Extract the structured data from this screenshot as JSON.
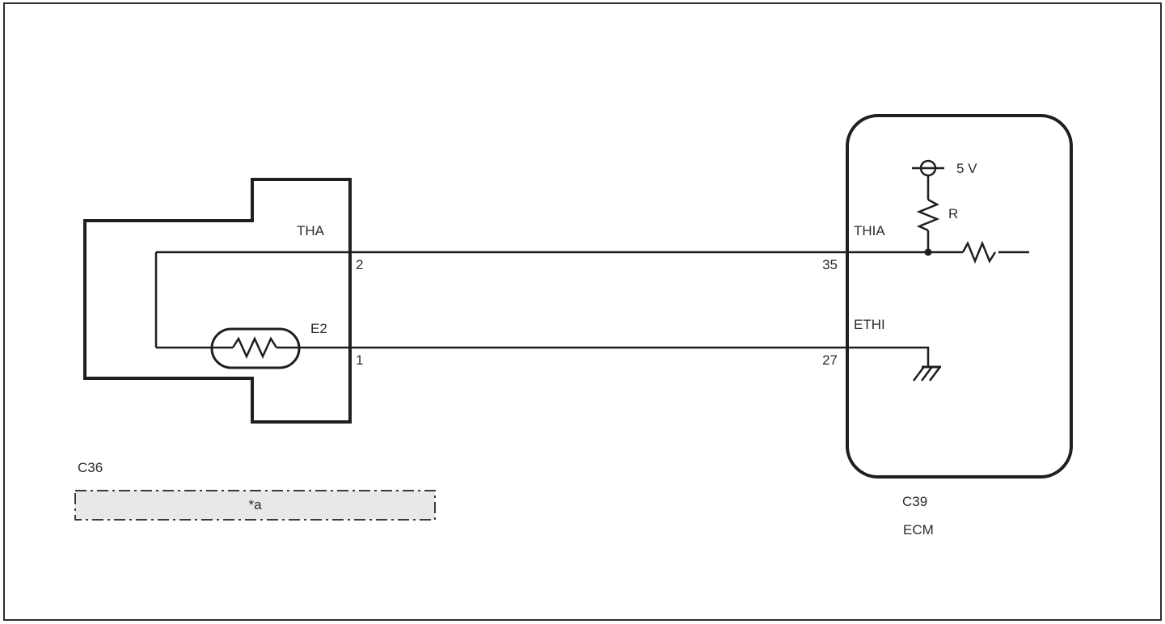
{
  "sensor": {
    "connector_id": "C36",
    "note": "*a",
    "pin_top": {
      "terminal": "THA",
      "number": "2"
    },
    "pin_bottom": {
      "terminal": "E2",
      "number": "1"
    }
  },
  "ecm": {
    "connector_id": "C39",
    "name": "ECM",
    "pin_top": {
      "terminal": "THIA",
      "number": "35"
    },
    "pin_bottom": {
      "terminal": "ETHI",
      "number": "27"
    },
    "supply_voltage": "5 V",
    "resistor_label": "R"
  },
  "colors": {
    "line": "#1f1f1f",
    "text": "#2b2b2b",
    "note_fill": "#e8e8e8",
    "background": "#ffffff"
  }
}
